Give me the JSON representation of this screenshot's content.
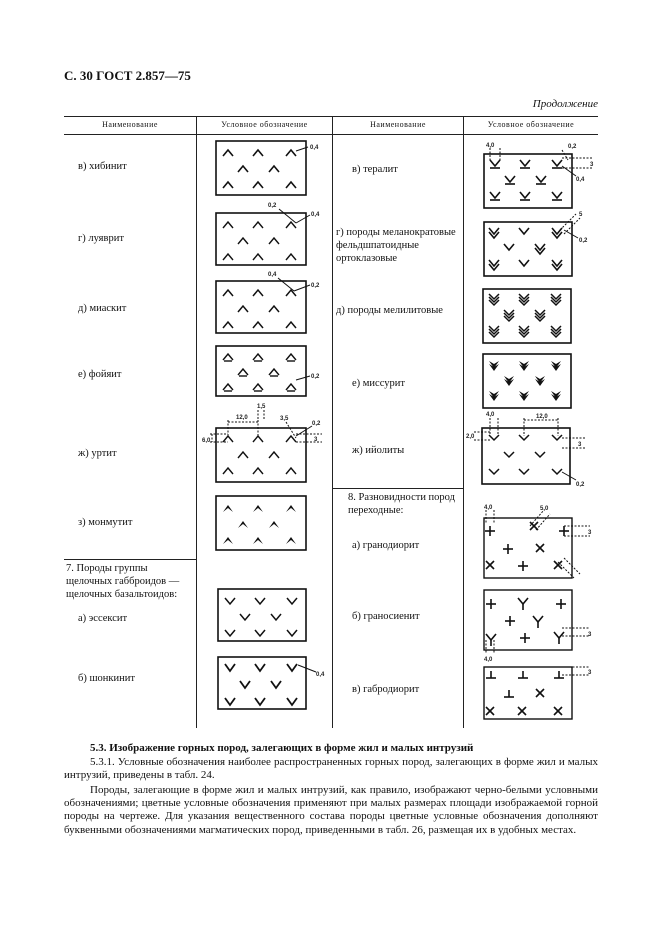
{
  "page": {
    "header": "С. 30 ГОСТ 2.857—75",
    "continuation": "Продолжение"
  },
  "table": {
    "headers": [
      "Наименование",
      "Условное обозначение",
      "Наименование",
      "Условное обозначение"
    ],
    "left": {
      "rows": [
        {
          "label": "в)  хибинит",
          "dims": [
            "0,4"
          ]
        },
        {
          "label": "г)  луяврит",
          "dims": [
            "0,2",
            "0,4"
          ]
        },
        {
          "label": "д)  миаскит",
          "dims": [
            "0,4",
            "0,2"
          ]
        },
        {
          "label": "е)  фойяит",
          "dims": [
            "0,2"
          ]
        },
        {
          "label": "ж)  уртит",
          "dims": [
            "12,0",
            "1,5",
            "0,2",
            "6,0",
            "3",
            "3,5"
          ]
        },
        {
          "label": "з)  монмутит",
          "dims": []
        }
      ],
      "group7": {
        "title": "7. Породы группы щелочных габброидов — щелочных базальтоидов:",
        "rows": [
          {
            "label": "а)  эссексит",
            "dims": []
          },
          {
            "label": "б)  шонкинит",
            "dims": [
              "0,4"
            ]
          }
        ]
      }
    },
    "right": {
      "rows": [
        {
          "label": "в)  тералит",
          "dims": [
            "4,0",
            "0,2",
            "3",
            "0,4"
          ]
        },
        {
          "label": "г) породы меланократовые фельдшпатоидные ортоклазовые",
          "dims": [
            "5",
            "0,2"
          ]
        },
        {
          "label": "д)  породы мелилитовые",
          "dims": []
        },
        {
          "label": "е)  миссурит",
          "dims": []
        },
        {
          "label": "ж)  ийолиты",
          "dims": [
            "4,0",
            "12,0",
            "2,0",
            "3",
            "0,2"
          ]
        }
      ],
      "group8": {
        "title": "8. Разновидности пород переходные:",
        "rows": [
          {
            "label": "а)  гранодиорит",
            "dims": [
              "4,0",
              "5,0",
              "3"
            ]
          },
          {
            "label": "б)  граносиенит",
            "dims": [
              "3",
              "4,0"
            ]
          },
          {
            "label": "в)  габродиорит",
            "dims": [
              "3"
            ]
          }
        ]
      }
    }
  },
  "section": {
    "title": "5.3. Изображение горных пород, залегающих в форме жил и малых интрузий",
    "p1": "5.3.1. Условные обозначения наиболее распространенных горных пород, залегающих в форме жил и малых интрузий, приведены в табл. 24.",
    "p2": "Породы, залегающие в форме жил и малых интрузий, как правило, изображают черно-белыми условными обозначениями; цветные условные обозначения применяют при малых размерах площади изображаемой горной породы на чертеже. Для указания вещественного состава породы цветные условные обозначения дополняют буквенными обозначениями магматических пород, приведенными в табл. 26, размещая их в удобных местах."
  }
}
